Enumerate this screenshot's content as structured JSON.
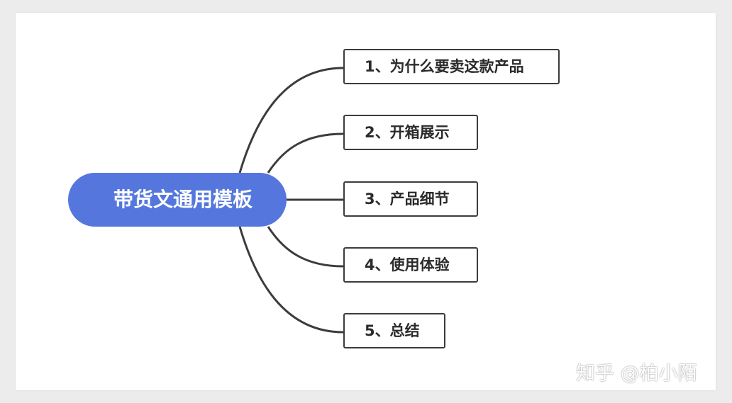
{
  "mindmap": {
    "root": {
      "label": "带货文通用模板",
      "color": "#5577dd"
    },
    "branches": [
      {
        "label": "1、为什么要卖这款产品"
      },
      {
        "label": "2、开箱展示"
      },
      {
        "label": "3、产品细节"
      },
      {
        "label": "4、使用体验"
      },
      {
        "label": "5、总结"
      }
    ],
    "connector_color": "#3c3c3c"
  },
  "watermark": {
    "text": "知乎 @柏小陌"
  }
}
